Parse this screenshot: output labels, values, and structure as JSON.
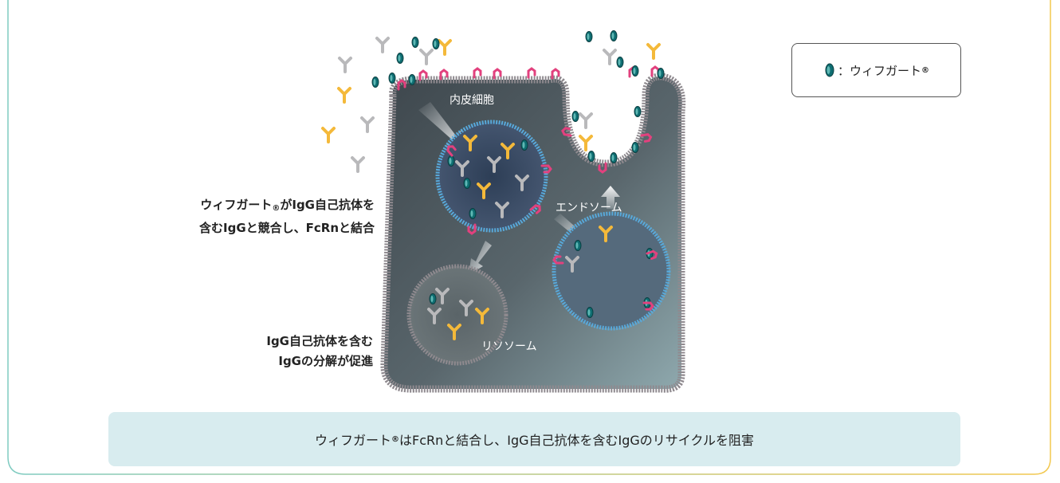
{
  "diagram": {
    "labels": {
      "endothelial_cell": "内皮細胞",
      "endosome": "エンドソーム",
      "lysosome": "リソソーム"
    },
    "side_labels": {
      "compete_line1_pre": "ウィフガート",
      "compete_line1_reg": "®",
      "compete_line1_post": "がIgG自己抗体を",
      "compete_line2": "含むIgGと競合し、FcRnと結合",
      "degrade_line1": "IgG自己抗体を含む",
      "degrade_line2": "IgGの分解が促進"
    },
    "legend": {
      "prefix": "：ウィフガート",
      "reg": "®",
      "icon": "efgartigimod-icon"
    },
    "banner": {
      "pre": "ウィフガート",
      "reg": "®",
      "post": "はFcRnと結合し、IgG自己抗体を含むIgGのリサイクルを阻害"
    },
    "colors": {
      "cell_fill": "#4f5a60",
      "membrane": "#9a969a",
      "endosome_membrane": "#58a9da",
      "igg_yellow": "#f4b93a",
      "igg_gray": "#b9b9bb",
      "fcrn": "#e2417e",
      "drug": "#0f6e72",
      "frame_gradient_left": "#7fcbc1",
      "frame_gradient_right": "#f3c84e",
      "banner_bg": "#d8ecef"
    }
  }
}
